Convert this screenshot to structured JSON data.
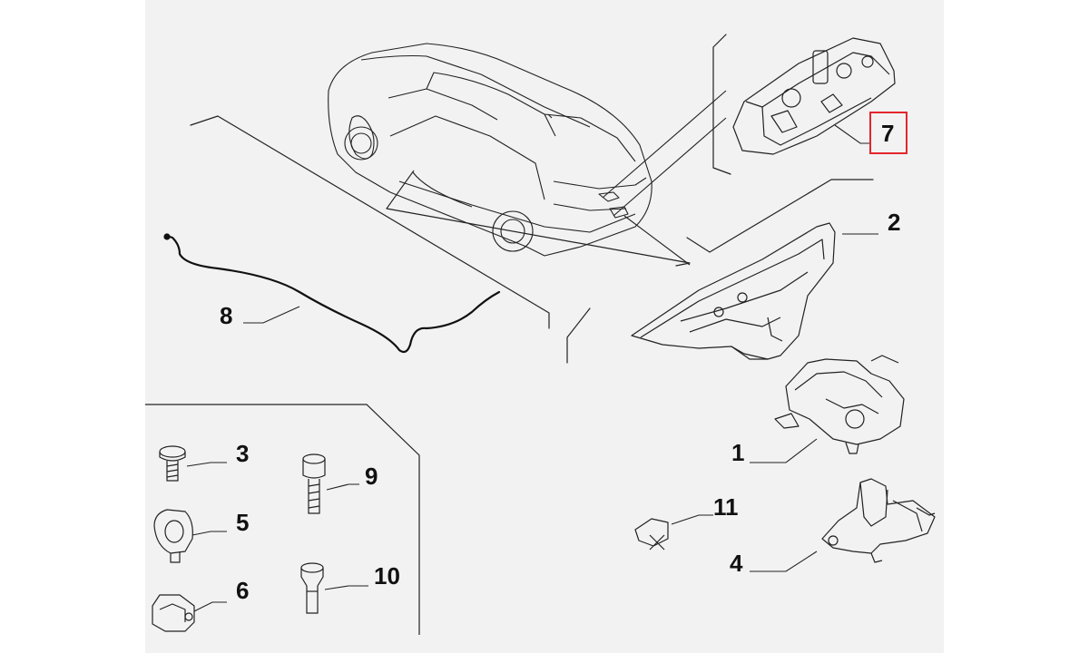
{
  "diagram": {
    "callouts": [
      {
        "id": "1",
        "label": "1"
      },
      {
        "id": "2",
        "label": "2"
      },
      {
        "id": "3",
        "label": "3"
      },
      {
        "id": "4",
        "label": "4"
      },
      {
        "id": "5",
        "label": "5"
      },
      {
        "id": "6",
        "label": "6"
      },
      {
        "id": "7",
        "label": "7",
        "highlighted": true
      },
      {
        "id": "8",
        "label": "8"
      },
      {
        "id": "9",
        "label": "9"
      },
      {
        "id": "10",
        "label": "10"
      },
      {
        "id": "11",
        "label": "11"
      }
    ],
    "highlight_color": "#e3262d",
    "background_color": "#f2f2f2",
    "line_color": "#222222"
  }
}
